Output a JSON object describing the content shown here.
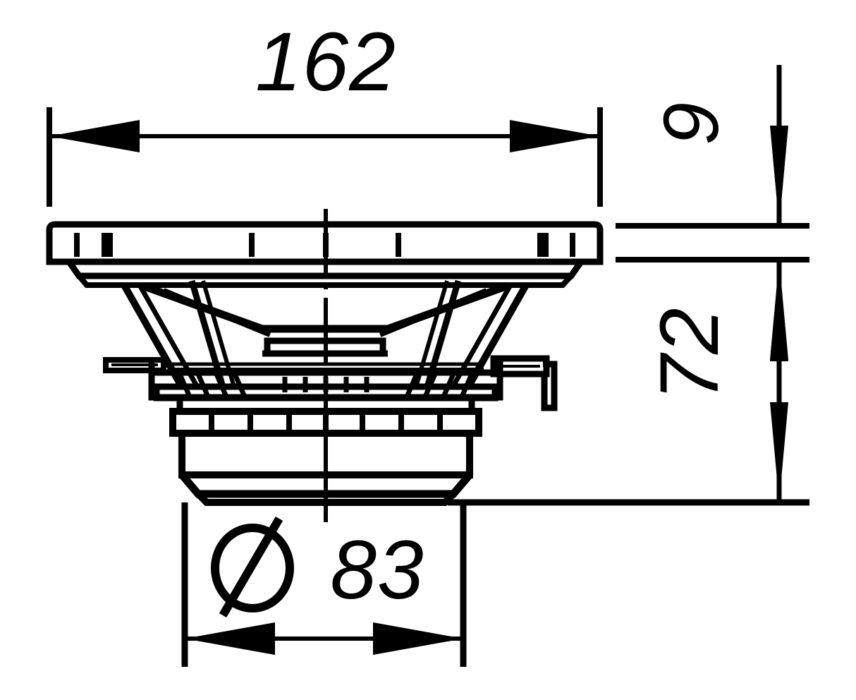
{
  "drawing": {
    "title": "Loudspeaker cross-section dimensional drawing",
    "units": "mm",
    "line_color": "#000000",
    "background_color": "#ffffff"
  },
  "dimensions": {
    "width": {
      "label": "162",
      "name": "overall-width",
      "orientation": "horizontal"
    },
    "flange_thickness": {
      "label": "9",
      "name": "flange-thickness",
      "orientation": "vertical-rotated"
    },
    "depth": {
      "label": "72",
      "name": "overall-depth",
      "orientation": "vertical-rotated"
    },
    "magnet_diameter": {
      "label": "83",
      "symbol": "Ø",
      "name": "magnet-diameter",
      "orientation": "horizontal"
    }
  },
  "part": {
    "view": "section",
    "components": [
      "mounting-flange",
      "basket-frame",
      "surround",
      "cone",
      "dust-cap",
      "spider",
      "voice-coil",
      "terminal",
      "top-plate",
      "magnet",
      "back-plate"
    ]
  }
}
